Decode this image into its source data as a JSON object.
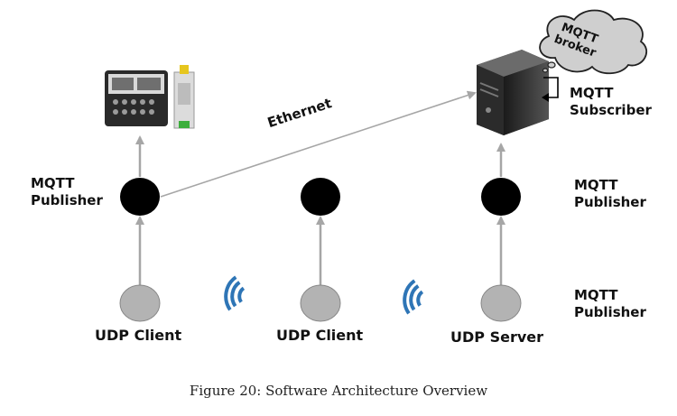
{
  "diagram": {
    "labels": {
      "ethernet": "Ethernet",
      "broker": "MQTT\nbroker",
      "subscriber": "MQTT\nSubscriber",
      "publisher_left": "MQTT\nPublisher",
      "publisher_right": "MQTT\nPublisher",
      "publisher_bottom_right": "MQTT\nPublisher",
      "udp_client_1": "UDP Client",
      "udp_client_2": "UDP Client",
      "udp_server": "UDP Server"
    },
    "colors": {
      "publisher_node": "#000000",
      "udp_node": "#b3b3b3",
      "arrow": "#a6a6a6",
      "wifi": "#2e75b6",
      "cloud": "#cfcfcf"
    },
    "icons": [
      "power-meter-device-icon",
      "server-icon",
      "cloud-icon",
      "wifi-icon",
      "wifi-icon"
    ]
  },
  "caption": "Figure 20: Software Architecture Overview"
}
